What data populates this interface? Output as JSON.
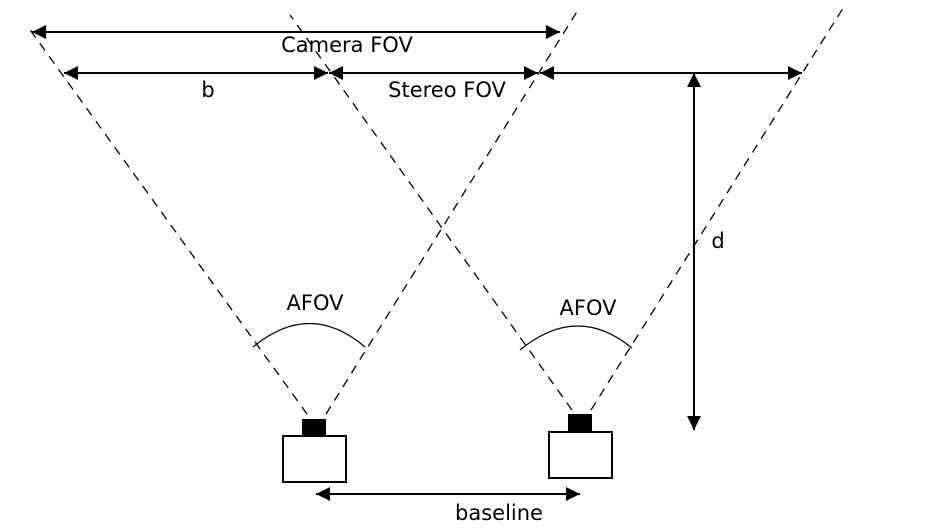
{
  "labels": {
    "camera_fov": "Camera FOV",
    "b": "b",
    "stereo_fov": "Stereo FOV",
    "d": "d",
    "afov_left": "AFOV",
    "afov_right": "AFOV",
    "baseline": "baseline"
  }
}
